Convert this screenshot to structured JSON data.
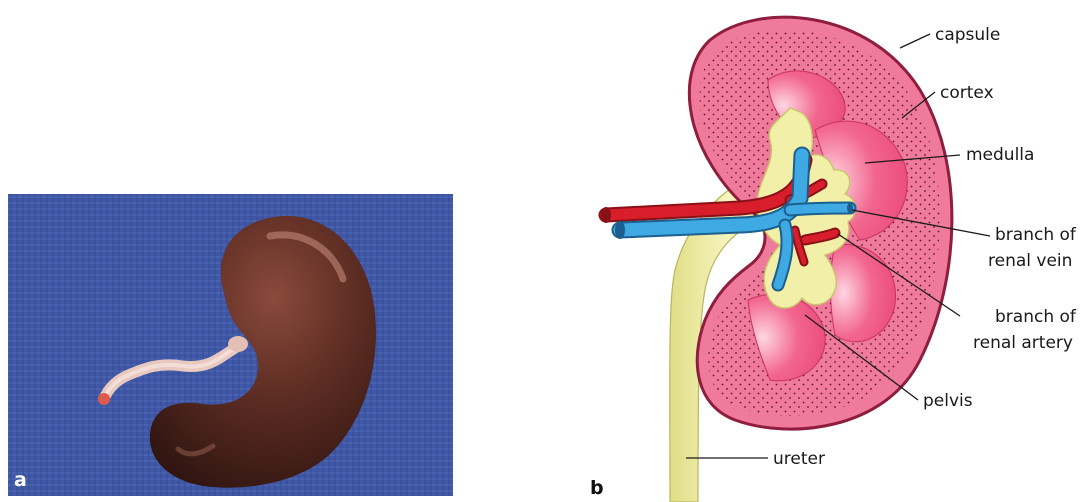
{
  "panel_a": {
    "letter": "a"
  },
  "panel_b": {
    "letter": "b",
    "labels": {
      "capsule": "capsule",
      "cortex": "cortex",
      "medulla": "medulla",
      "renal_vein_line1": "branch of",
      "renal_vein_line2": "renal vein",
      "renal_artery_line1": "branch of",
      "renal_artery_line2": "renal artery",
      "pelvis": "pelvis",
      "ureter": "ureter"
    }
  },
  "colors": {
    "photo_background": "#3f57a6",
    "kidney_photo": "#5a2c22",
    "cortex": "#f07a9c",
    "medulla": "#ee4f7e",
    "pelvis": "#f2f0a8",
    "artery": "#d81e2b",
    "vein": "#3fa9e3"
  }
}
